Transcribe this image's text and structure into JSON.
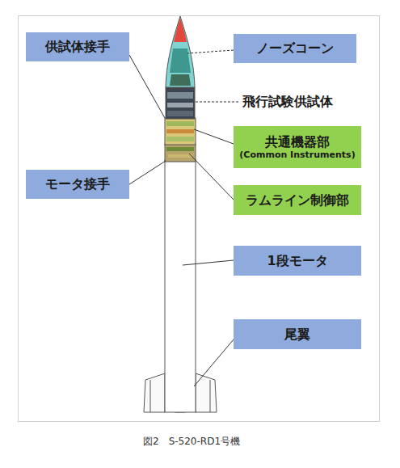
{
  "diagram": {
    "caption": "図2　S-520-RD1号機",
    "nodes": [
      {
        "text": [
          "供試体接手"
        ]
      },
      {
        "text": [
          "ノーズコーン"
        ]
      },
      {
        "text": [
          "共通機器部",
          "(Common Instruments)"
        ]
      },
      {
        "text": [
          "モータ接手"
        ]
      },
      {
        "text": [
          "ラムライン制御部"
        ]
      },
      {
        "text": [
          "1段モータ"
        ]
      },
      {
        "text": [
          "尾翼"
        ]
      }
    ],
    "labels": [
      "飛行試験供試体"
    ]
  }
}
